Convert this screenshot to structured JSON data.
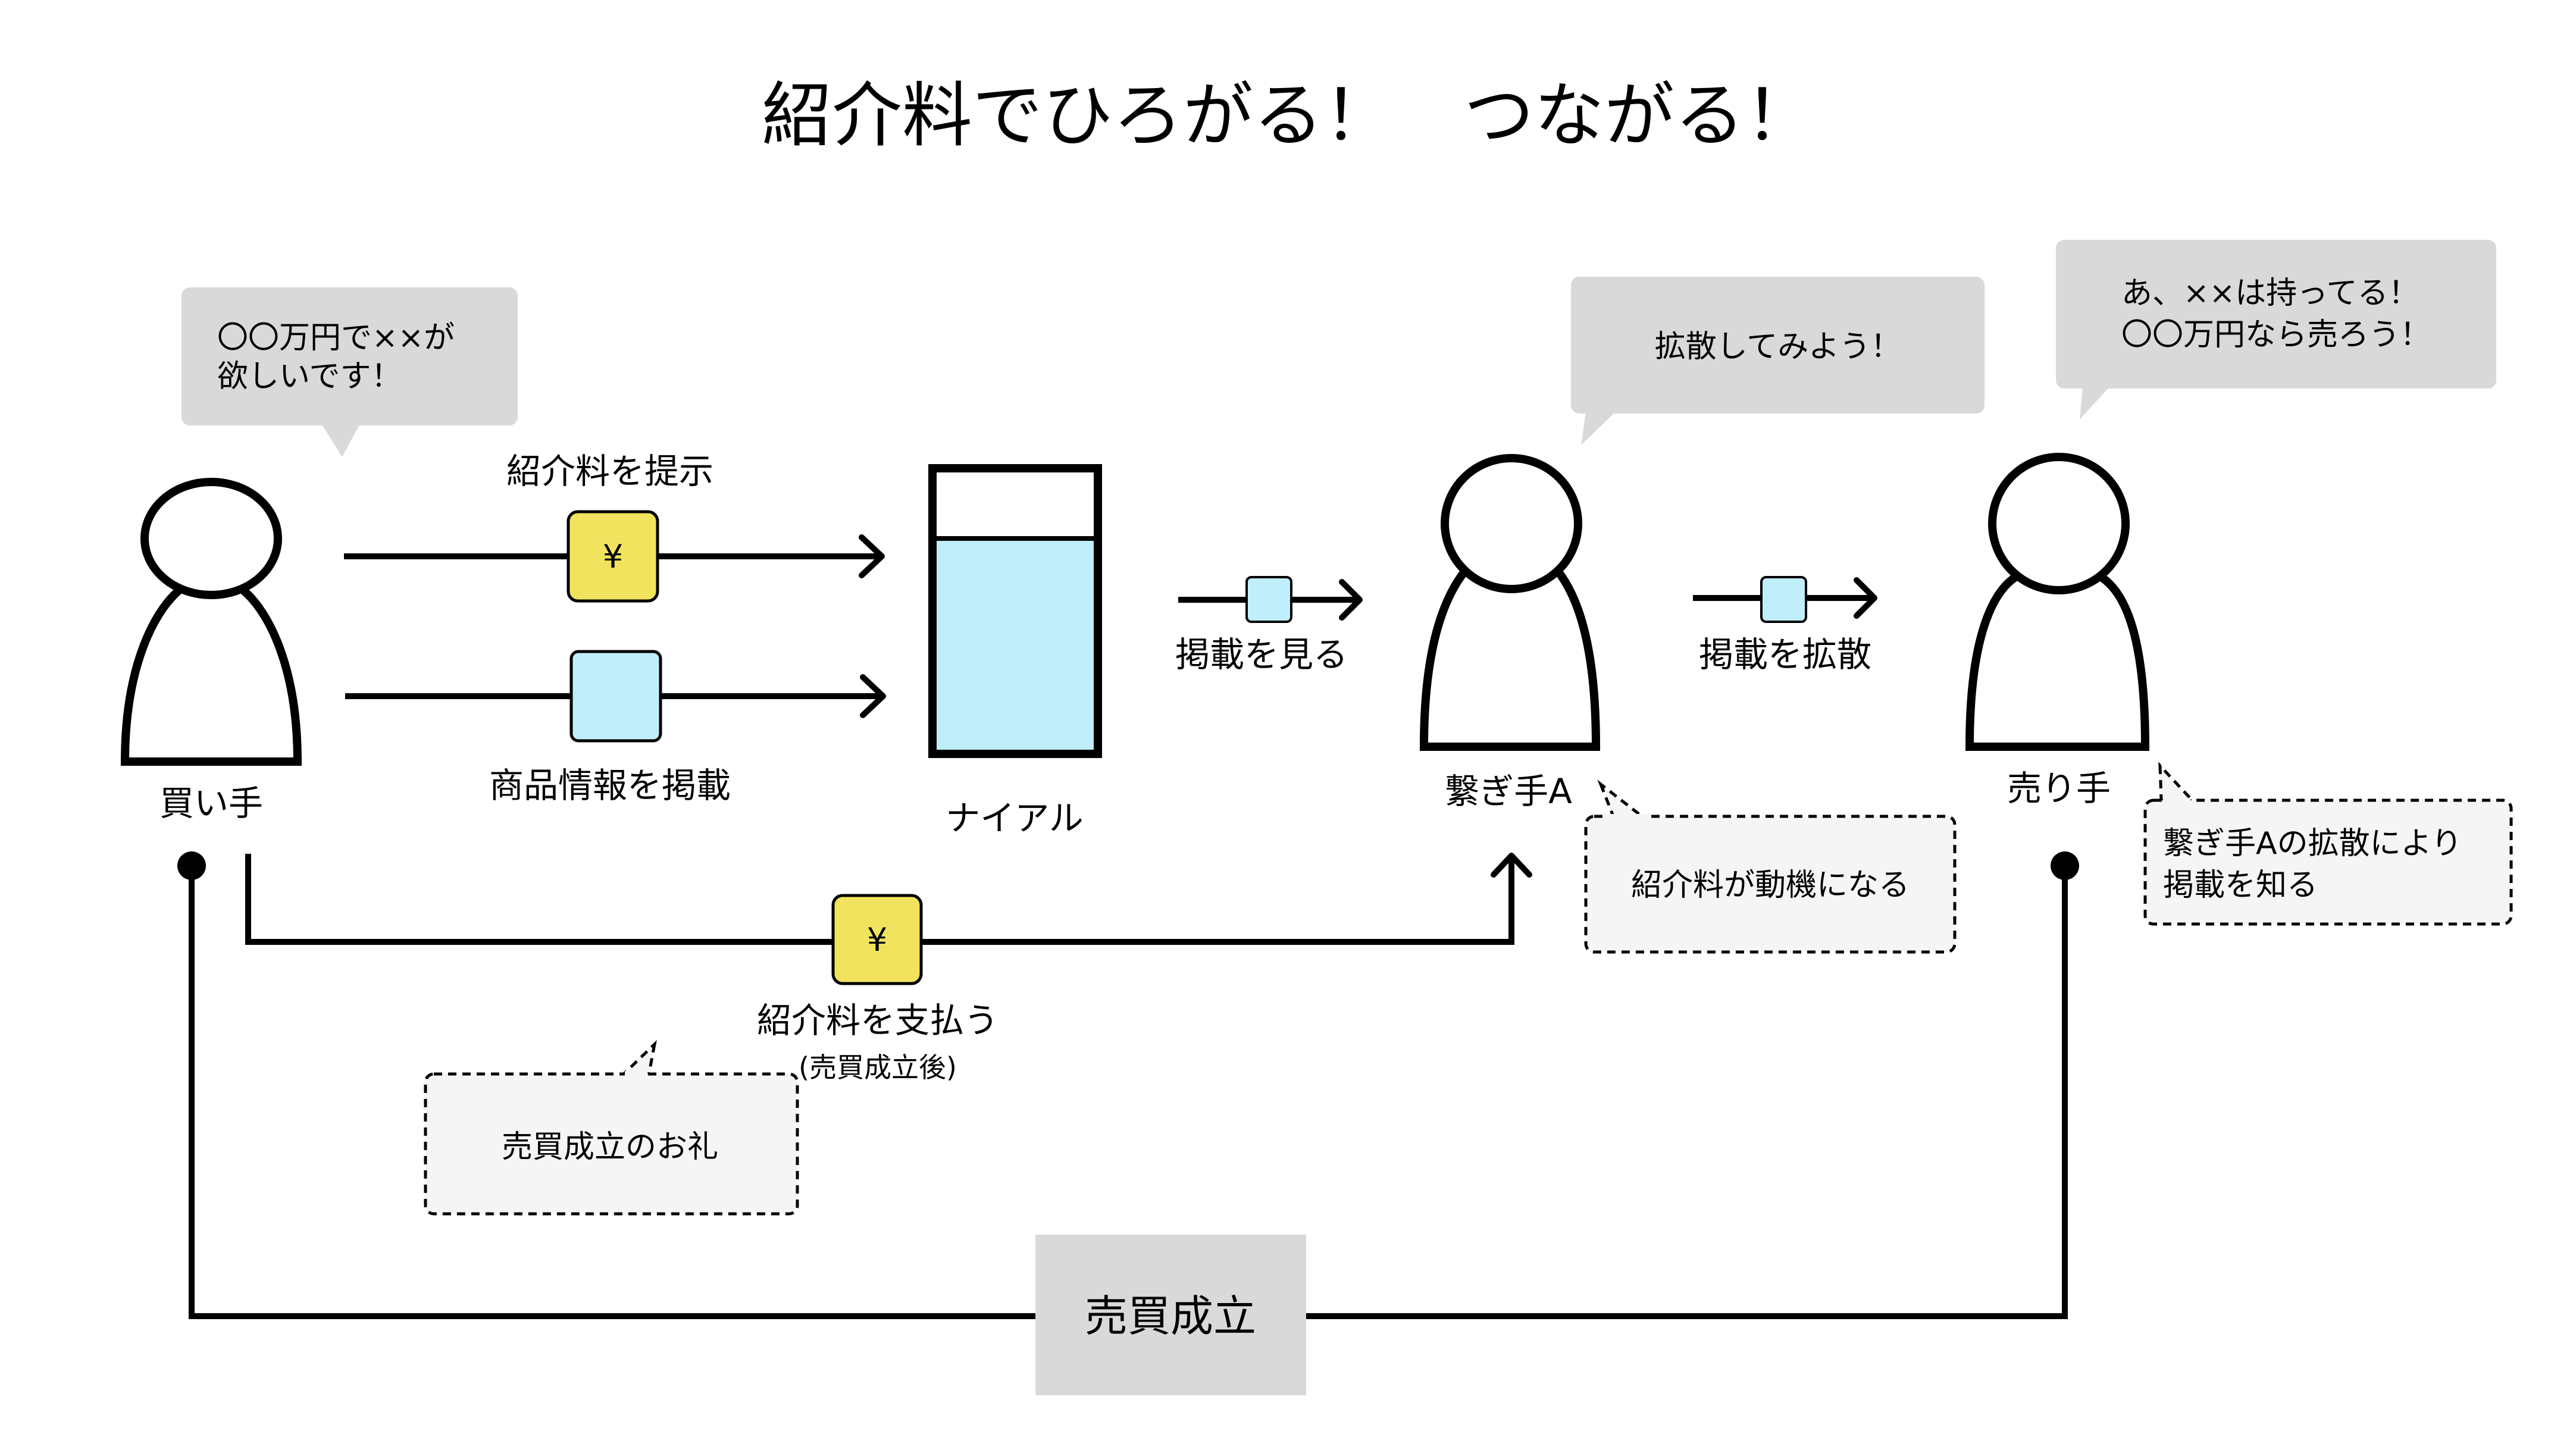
{
  "title": "紹介料でひろがる！　つながる！",
  "colors": {
    "money_box": "#f2e35e",
    "listing_box": "#c0eefb",
    "speech_bubble": "#d9d9d9",
    "note_fill": "#f5f5f5",
    "sale_box": "#d9d9d9",
    "line": "#000000"
  },
  "actors": {
    "buyer": {
      "label": "買い手",
      "icon": "person-icon"
    },
    "platform": {
      "label": "ナイアル",
      "icon": "container-icon"
    },
    "connector": {
      "label": "繋ぎ手A",
      "icon": "person-icon"
    },
    "seller": {
      "label": "売り手",
      "icon": "person-icon"
    }
  },
  "speech_bubbles": {
    "buyer": [
      "〇〇万円で××が",
      "欲しいです！"
    ],
    "connector": [
      "拡散してみよう！"
    ],
    "seller": [
      "あ、××は持ってる！",
      "〇〇万円なら売ろう！"
    ]
  },
  "flows": {
    "present_fee": {
      "label": "紹介料を提示",
      "token": "¥"
    },
    "post_listing": {
      "label": "商品情報を掲載"
    },
    "view_listing": {
      "label": "掲載を見る"
    },
    "spread_listing": {
      "label": "掲載を拡散"
    },
    "pay_fee": {
      "label": "紹介料を支払う",
      "sublabel": "(売買成立後)",
      "token": "¥"
    }
  },
  "notes": {
    "motivation": [
      "紹介料が動機になる"
    ],
    "seller_learns": [
      "繋ぎ手Aの拡散により",
      "掲載を知る"
    ],
    "thanks": [
      "売買成立のお礼"
    ]
  },
  "sale": {
    "label": "売買成立"
  }
}
